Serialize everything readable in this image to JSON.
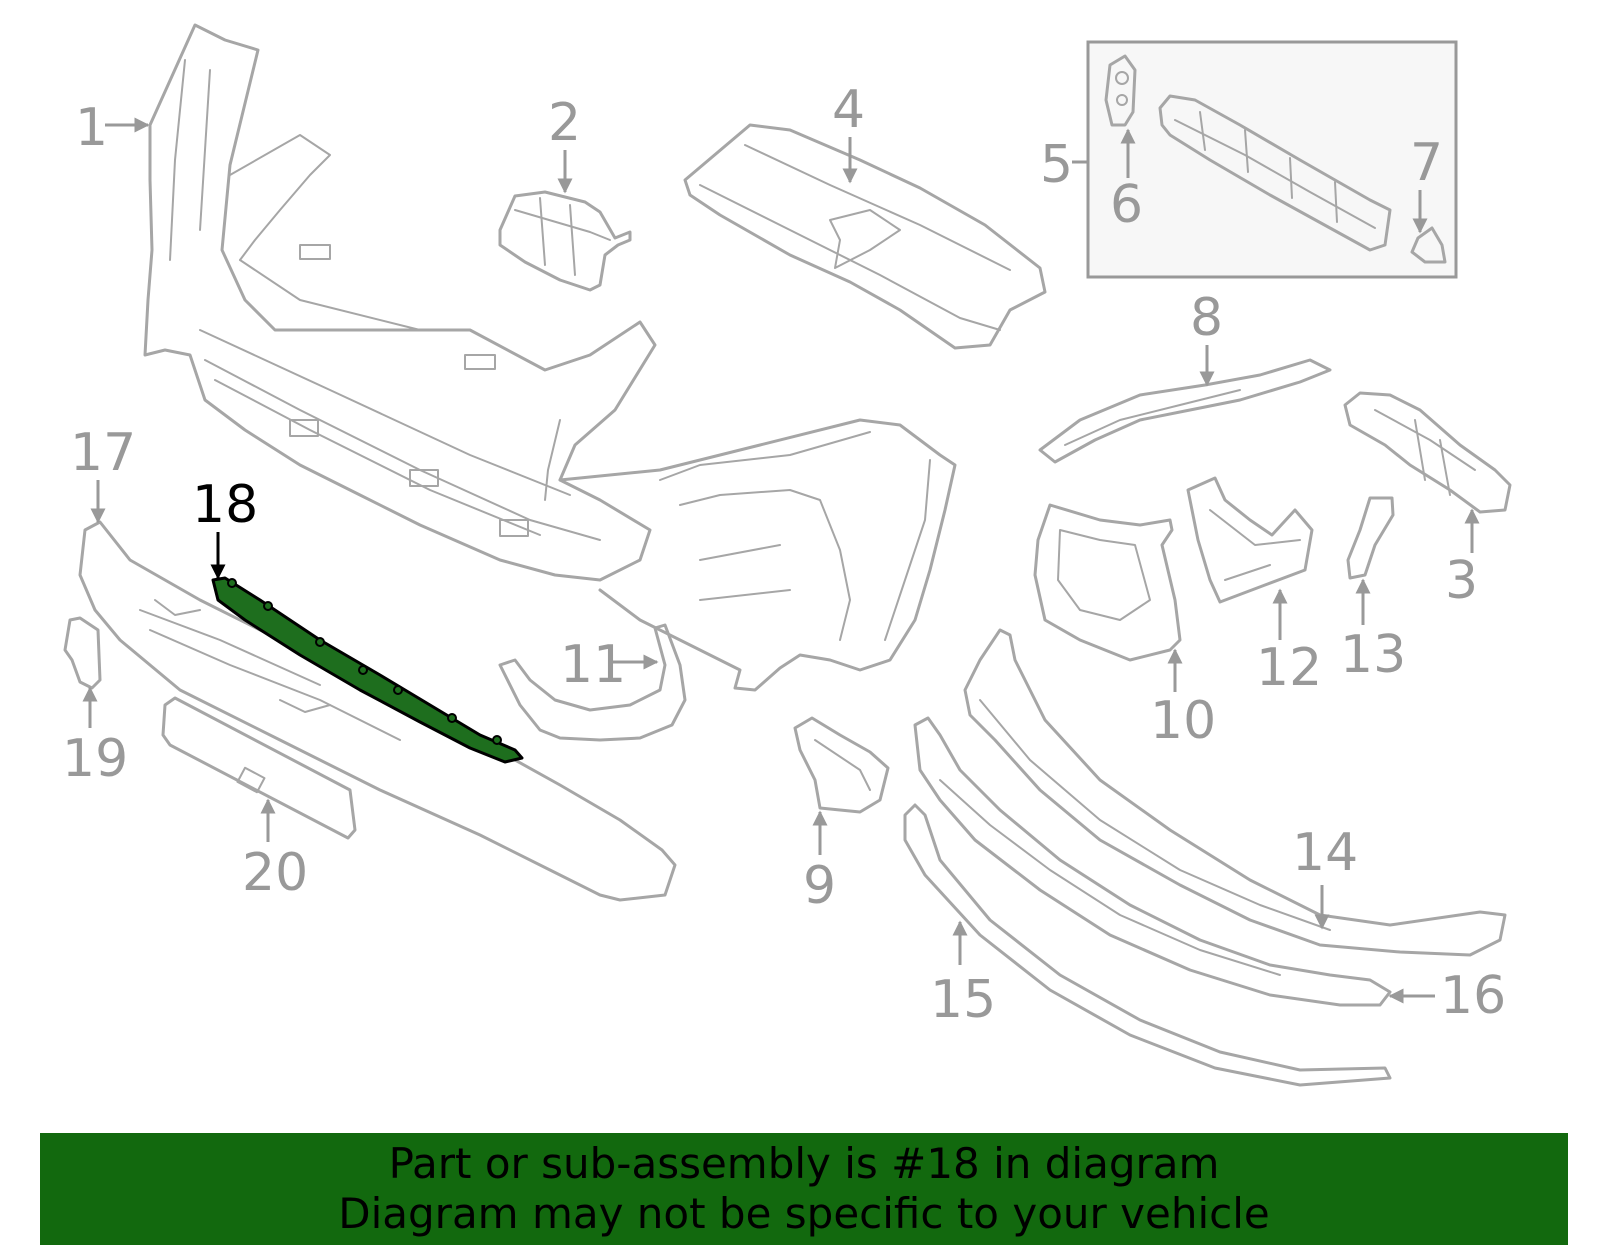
{
  "callouts": {
    "c1": "1",
    "c2": "2",
    "c3": "3",
    "c4": "4",
    "c5": "5",
    "c6": "6",
    "c7": "7",
    "c8": "8",
    "c9": "9",
    "c10": "10",
    "c11": "11",
    "c12": "12",
    "c13": "13",
    "c14": "14",
    "c15": "15",
    "c16": "16",
    "c17": "17",
    "c18": "18",
    "c19": "19",
    "c20": "20"
  },
  "highlighted_part": "18",
  "colors": {
    "line_art": "#a6a6a6",
    "highlight_fill": "#1e6e1e",
    "banner_background": "#12690e",
    "banner_text": "#000000"
  },
  "banner": {
    "line1": "Part or sub-assembly is #18 in diagram",
    "line2": "Diagram may not be specific to your vehicle"
  }
}
